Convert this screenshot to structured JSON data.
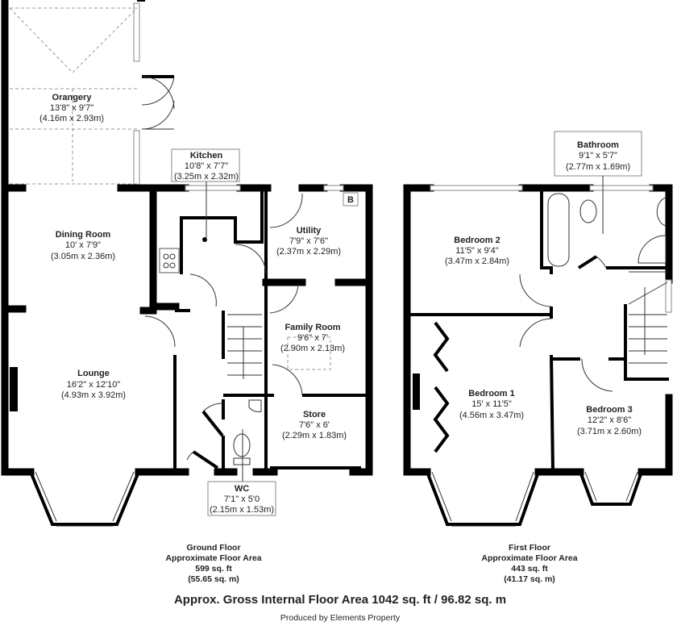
{
  "ground_floor": {
    "rooms": [
      {
        "name": "Orangery",
        "imperial": "13'8\" x 9'7\"",
        "metric": "(4.16m x 2.93m)"
      },
      {
        "name": "Kitchen",
        "imperial": "10'8\" x 7'7\"",
        "metric": "(3.25m x 2.32m)"
      },
      {
        "name": "Dining Room",
        "imperial": "10' x 7'9\"",
        "metric": "(3.05m x 2.36m)"
      },
      {
        "name": "Utility",
        "imperial": "7'9\" x 7'6\"",
        "metric": "(2.37m x 2.29m)"
      },
      {
        "name": "Family Room",
        "imperial": "9'6\" x 7'",
        "metric": "(2.90m x 2.13m)"
      },
      {
        "name": "Lounge",
        "imperial": "16'2\" x 12'10\"",
        "metric": "(4.93m x 3.92m)"
      },
      {
        "name": "Store",
        "imperial": "7'6\" x 6'",
        "metric": "(2.29m x 1.83m)"
      },
      {
        "name": "WC",
        "imperial": "7'1\" x 5'0",
        "metric": "(2.15m x 1.53m)"
      }
    ],
    "boiler_label": "B",
    "summary": [
      "Ground Floor",
      "Approximate Floor Area",
      "599 sq. ft",
      "(55.65 sq. m)"
    ]
  },
  "first_floor": {
    "rooms": [
      {
        "name": "Bathroom",
        "imperial": "9'1\" x 5'7\"",
        "metric": "(2.77m x 1.69m)"
      },
      {
        "name": "Bedroom 2",
        "imperial": "11'5\" x 9'4\"",
        "metric": "(3.47m x 2.84m)"
      },
      {
        "name": "Bedroom 1",
        "imperial": "15' x 11'5\"",
        "metric": "(4.56m x 3.47m)"
      },
      {
        "name": "Bedroom 3",
        "imperial": "12'2\" x 8'6\"",
        "metric": "(3.71m x 2.60m)"
      }
    ],
    "summary": [
      "First Floor",
      "Approximate Floor Area",
      "443 sq. ft",
      "(41.17 sq. m)"
    ]
  },
  "gross_area": "Approx. Gross Internal Floor Area 1042 sq. ft / 96.82 sq. m",
  "produced_by": "Produced by Elements Property"
}
